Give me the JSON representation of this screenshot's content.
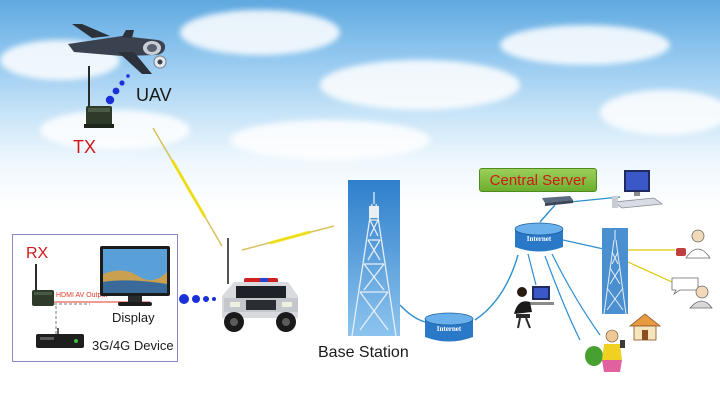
{
  "labels": {
    "uav": "UAV",
    "tx": "TX",
    "rx": "RX",
    "hdmi": "HDMI AV Output",
    "display": "Display",
    "device": "3G/4G Device",
    "base_station": "Base Station",
    "central_server": "Central Server",
    "internet_left": "Internet",
    "internet_right": "Internet"
  },
  "colors": {
    "label_red": "#d01818",
    "signal_blue": "#1a30d8",
    "server_green": "#7cbf3a",
    "link_blue": "#2f8fd0",
    "wireless_yellow": "#e4c400"
  }
}
